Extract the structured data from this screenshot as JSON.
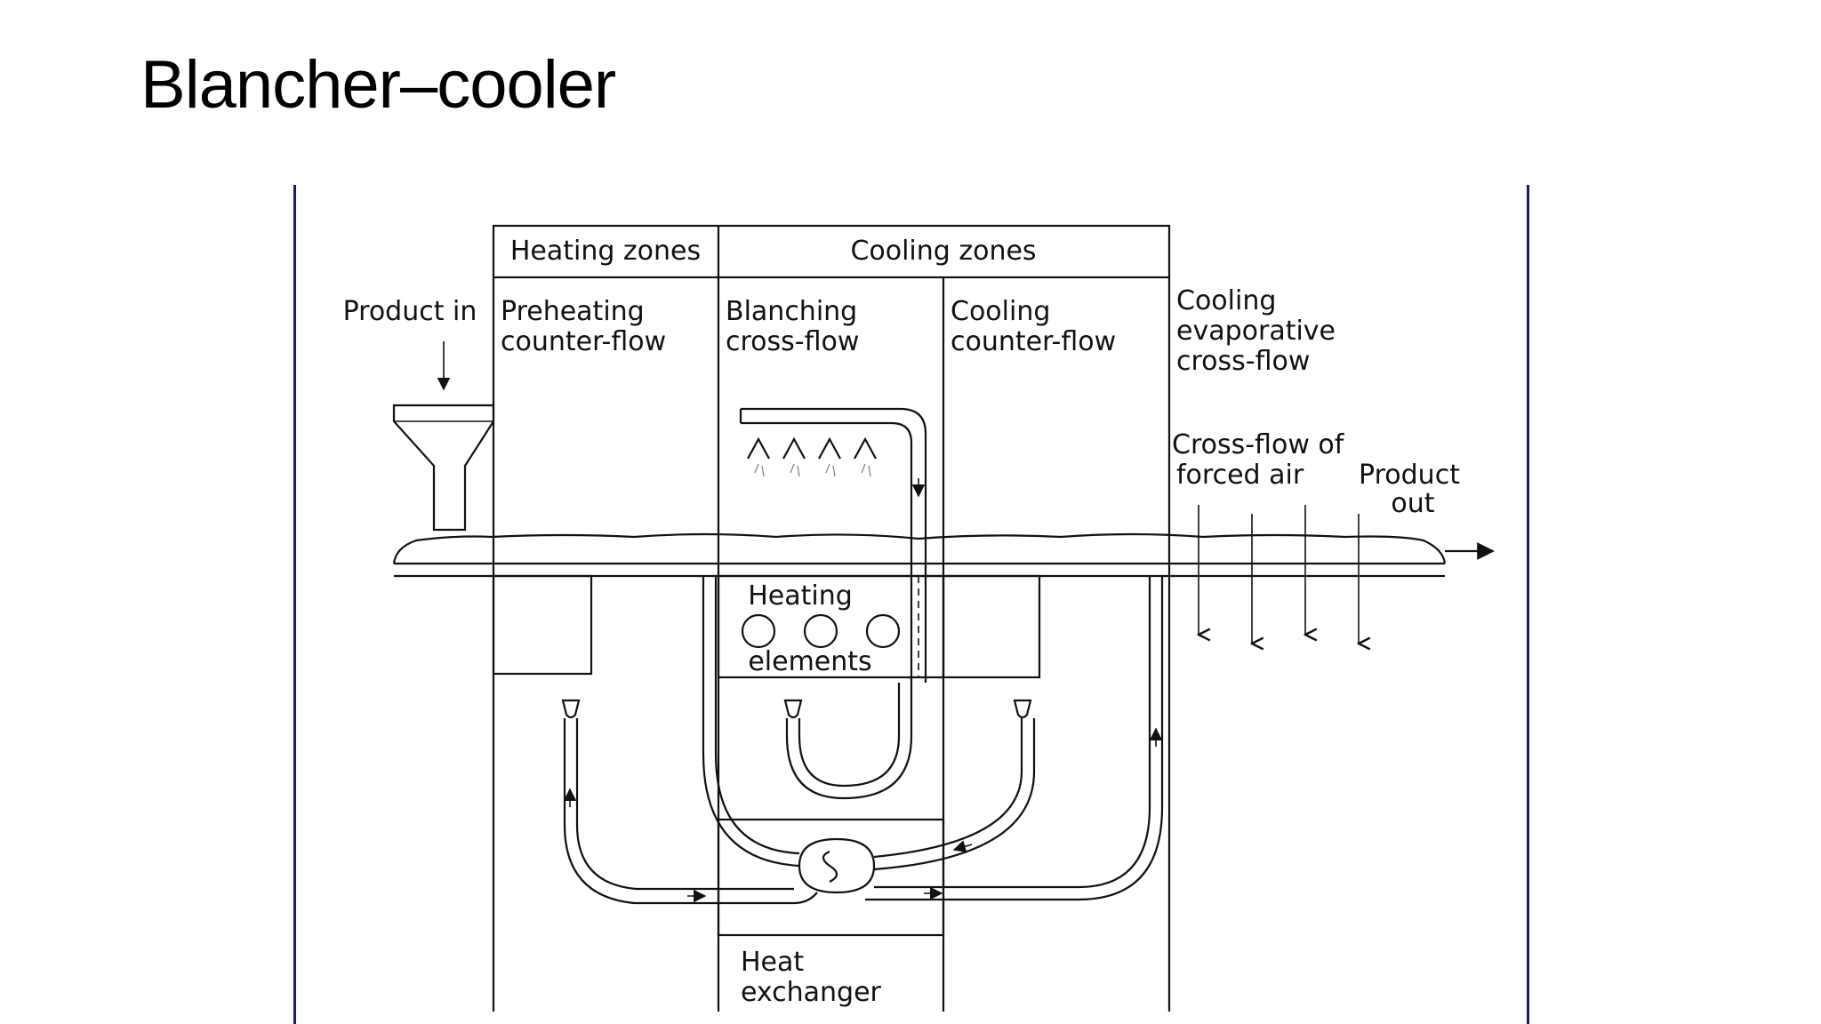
{
  "slide": {
    "title": "Blancher–cooler"
  },
  "diagram": {
    "header": {
      "heating_zones": "Heating zones",
      "cooling_zones": "Cooling zones"
    },
    "product_in": "Product in",
    "product_out": [
      "Product",
      "out"
    ],
    "zones": [
      {
        "lines": [
          "Preheating",
          "counter-flow"
        ]
      },
      {
        "lines": [
          "Blanching",
          "cross-flow"
        ]
      },
      {
        "lines": [
          "Cooling",
          "counter-flow"
        ]
      },
      {
        "lines": [
          "Cooling",
          "evaporative",
          "cross-flow"
        ]
      }
    ],
    "forced_air": [
      "Cross-flow of",
      "forced air"
    ],
    "heating_elements": [
      "Heating",
      "elements"
    ],
    "heat_exchanger": [
      "Heat",
      "exchanger"
    ]
  }
}
